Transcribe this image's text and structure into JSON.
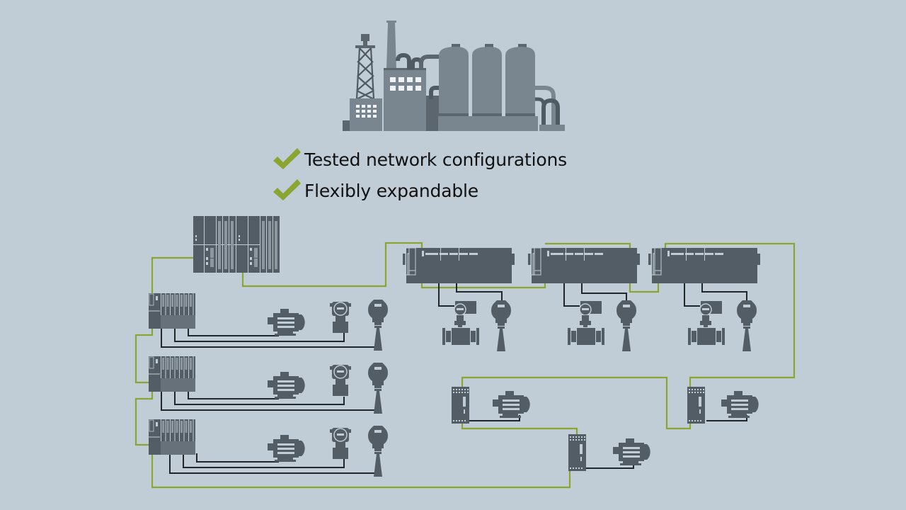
{
  "bullets": [
    {
      "icon": "checkmark-icon",
      "text": "Tested network configurations"
    },
    {
      "icon": "checkmark-icon",
      "text": "Flexibly expandable"
    }
  ],
  "colors": {
    "background": "#c1cdd6",
    "device": "#525d66",
    "plant_light": "#7a868f",
    "plant_dark": "#4f5a63",
    "network_line": "#8aa532",
    "signal_line": "#1f272d",
    "check": "#8aa532"
  },
  "diagram": {
    "plant": "industrial-plant-illustration",
    "controller": "redundant-controller",
    "remote_io_stations": 3,
    "distributed_io_stations": 3,
    "drives": 3,
    "field_devices_per_station": [
      "motor",
      "pressure-transmitter",
      "radar-level-sensor"
    ],
    "field_devices_per_distributed_station": [
      "flow-meter",
      "radar-level-sensor"
    ]
  }
}
